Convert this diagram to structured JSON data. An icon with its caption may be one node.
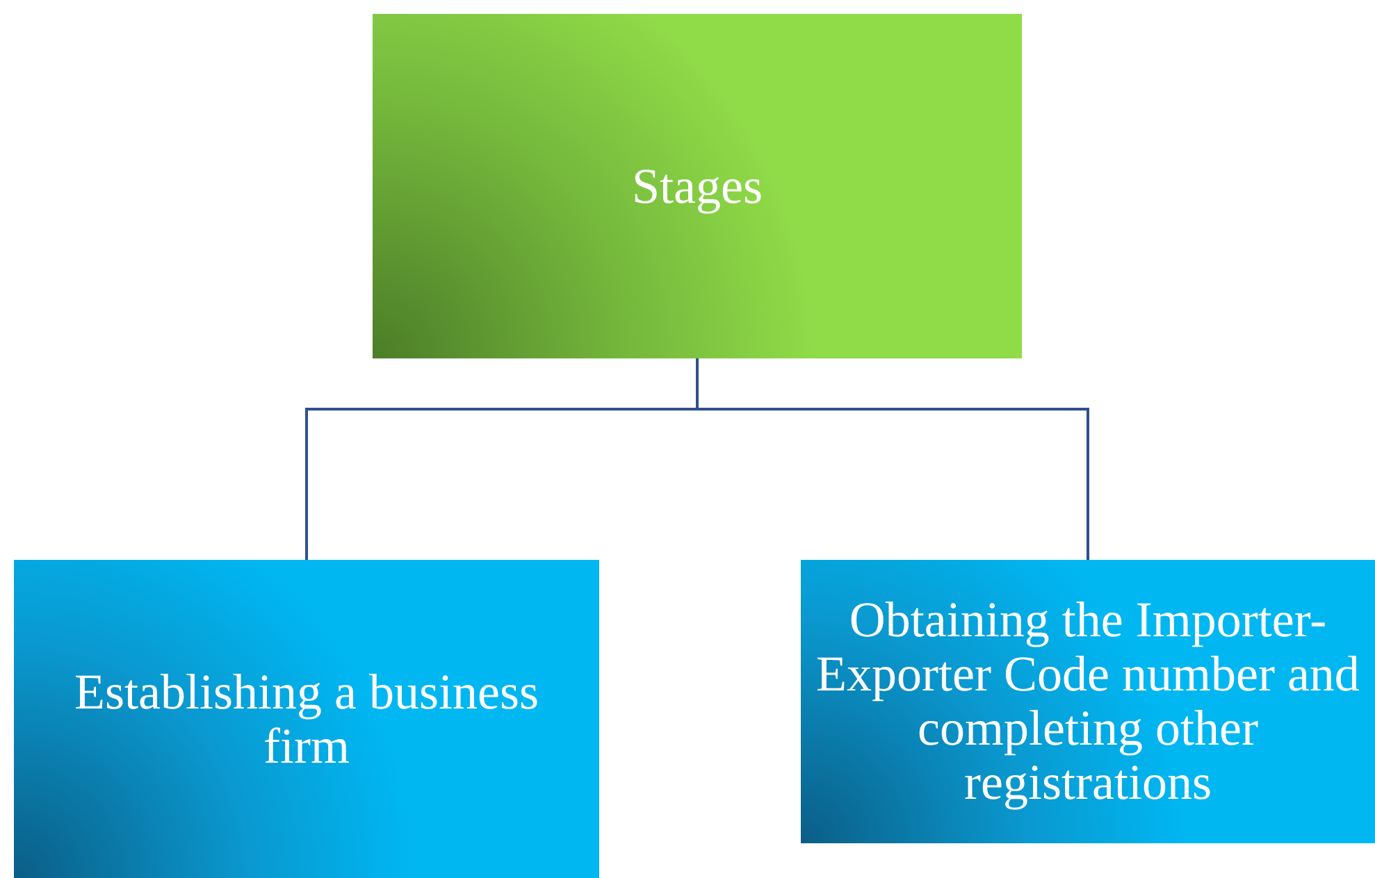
{
  "diagram": {
    "nodes": [
      {
        "text": [
          "Stages"
        ]
      },
      {
        "text": [
          "Establishing a business firm"
        ]
      },
      {
        "text": [
          "Obtaining the Importer-Exporter Code number and completing other registrations"
        ]
      }
    ],
    "edges": [
      {
        "from": 0,
        "to": 1,
        "arrow": "none"
      },
      {
        "from": 0,
        "to": 2,
        "arrow": "none"
      }
    ]
  }
}
